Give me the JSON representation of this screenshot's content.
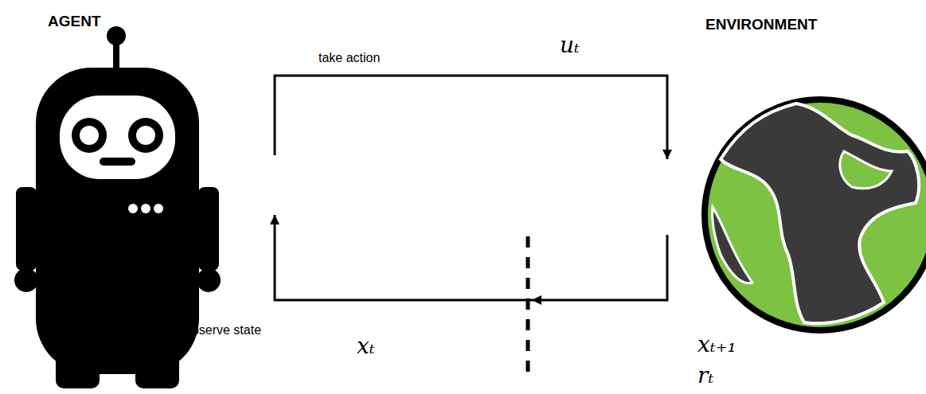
{
  "diagram": {
    "nodes": [
      {
        "text": [
          "AGENT"
        ]
      },
      {
        "text": [
          "ENVIRONMENT"
        ]
      }
    ],
    "edges": [
      {
        "from": 0,
        "to": 1,
        "arrow": "to"
      },
      {
        "from": 1,
        "to": 0,
        "arrow": "to"
      }
    ],
    "labels": [
      "take action",
      "uₜ",
      "observe state",
      "xₜ",
      "xₜ₊₁",
      "rₜ"
    ]
  }
}
